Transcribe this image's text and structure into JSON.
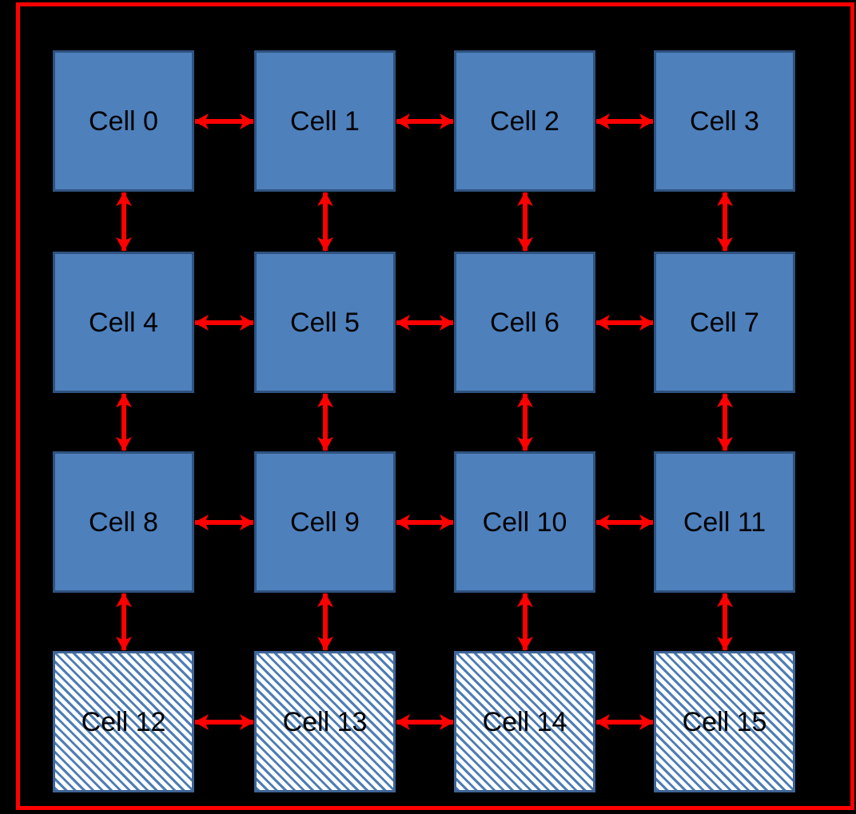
{
  "diagram_type": "cell-mesh-interconnect",
  "colors": {
    "background": "#000000",
    "frame": "#FF0000",
    "arrow": "#FF0000",
    "cell_fill": "#4E80BC",
    "cell_border": "#2F5380",
    "hatch_stripe": "#4D7DB5",
    "hatch_border": "#3F6597",
    "hatch_background": "#FFFFFF",
    "text": "#000000"
  },
  "cells": [
    {
      "label": "Cell 0",
      "row": 0,
      "col": 0,
      "pattern": "solid"
    },
    {
      "label": "Cell 1",
      "row": 0,
      "col": 1,
      "pattern": "solid"
    },
    {
      "label": "Cell 2",
      "row": 0,
      "col": 2,
      "pattern": "solid"
    },
    {
      "label": "Cell 3",
      "row": 0,
      "col": 3,
      "pattern": "solid"
    },
    {
      "label": "Cell 4",
      "row": 1,
      "col": 0,
      "pattern": "solid"
    },
    {
      "label": "Cell 5",
      "row": 1,
      "col": 1,
      "pattern": "solid"
    },
    {
      "label": "Cell 6",
      "row": 1,
      "col": 2,
      "pattern": "solid"
    },
    {
      "label": "Cell 7",
      "row": 1,
      "col": 3,
      "pattern": "solid"
    },
    {
      "label": "Cell 8",
      "row": 2,
      "col": 0,
      "pattern": "solid"
    },
    {
      "label": "Cell 9",
      "row": 2,
      "col": 1,
      "pattern": "solid"
    },
    {
      "label": "Cell 10",
      "row": 2,
      "col": 2,
      "pattern": "solid"
    },
    {
      "label": "Cell 11",
      "row": 2,
      "col": 3,
      "pattern": "solid"
    },
    {
      "label": "Cell 12",
      "row": 3,
      "col": 0,
      "pattern": "hatched"
    },
    {
      "label": "Cell 13",
      "row": 3,
      "col": 1,
      "pattern": "hatched"
    },
    {
      "label": "Cell 14",
      "row": 3,
      "col": 2,
      "pattern": "hatched"
    },
    {
      "label": "Cell 15",
      "row": 3,
      "col": 3,
      "pattern": "hatched"
    }
  ],
  "connections": [
    {
      "from": 0,
      "to": 1,
      "dir": "h"
    },
    {
      "from": 1,
      "to": 2,
      "dir": "h"
    },
    {
      "from": 2,
      "to": 3,
      "dir": "h"
    },
    {
      "from": 4,
      "to": 5,
      "dir": "h"
    },
    {
      "from": 5,
      "to": 6,
      "dir": "h"
    },
    {
      "from": 6,
      "to": 7,
      "dir": "h"
    },
    {
      "from": 8,
      "to": 9,
      "dir": "h"
    },
    {
      "from": 9,
      "to": 10,
      "dir": "h"
    },
    {
      "from": 10,
      "to": 11,
      "dir": "h"
    },
    {
      "from": 12,
      "to": 13,
      "dir": "h"
    },
    {
      "from": 13,
      "to": 14,
      "dir": "h"
    },
    {
      "from": 14,
      "to": 15,
      "dir": "h"
    },
    {
      "from": 0,
      "to": 4,
      "dir": "v"
    },
    {
      "from": 4,
      "to": 8,
      "dir": "v"
    },
    {
      "from": 8,
      "to": 12,
      "dir": "v"
    },
    {
      "from": 1,
      "to": 5,
      "dir": "v"
    },
    {
      "from": 5,
      "to": 9,
      "dir": "v"
    },
    {
      "from": 9,
      "to": 13,
      "dir": "v"
    },
    {
      "from": 2,
      "to": 6,
      "dir": "v"
    },
    {
      "from": 6,
      "to": 10,
      "dir": "v"
    },
    {
      "from": 10,
      "to": 14,
      "dir": "v"
    },
    {
      "from": 3,
      "to": 7,
      "dir": "v"
    },
    {
      "from": 7,
      "to": 11,
      "dir": "v"
    },
    {
      "from": 11,
      "to": 15,
      "dir": "v"
    }
  ]
}
